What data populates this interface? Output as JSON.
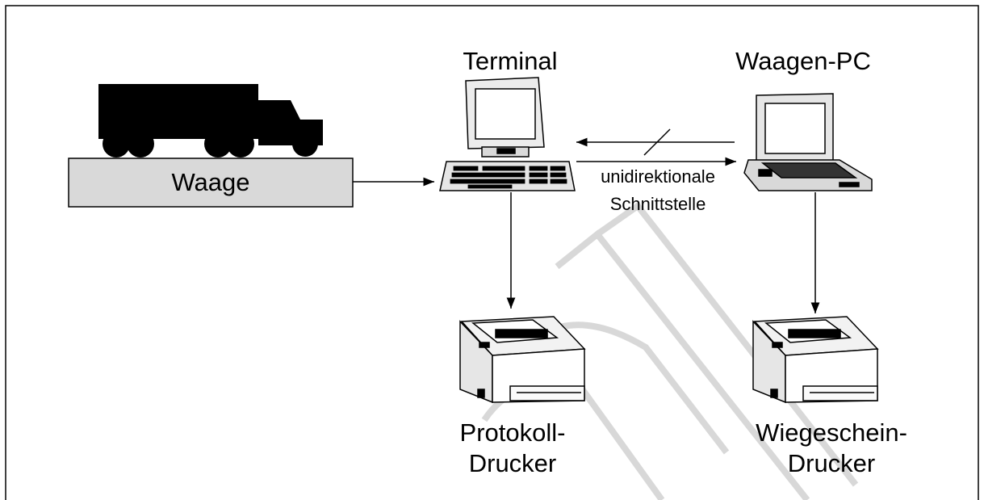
{
  "diagram": {
    "terminal_label": "Terminal",
    "pc_label": "Waagen-PC",
    "scale_label": "Waage",
    "interface_label_line1": "unidirektionale",
    "interface_label_line2": "Schnittstelle",
    "protocol_printer_line1": "Protokoll-",
    "protocol_printer_line2": "Drucker",
    "ticket_printer_line1": "Wiegeschein-",
    "ticket_printer_line2": "Drucker"
  },
  "icons": [
    "truck-icon",
    "terminal-icon",
    "laptop-icon",
    "printer-icon"
  ],
  "colors": {
    "scale_fill": "#d9d9d9",
    "stroke": "#000000",
    "watermark": "#c8c8c8"
  }
}
